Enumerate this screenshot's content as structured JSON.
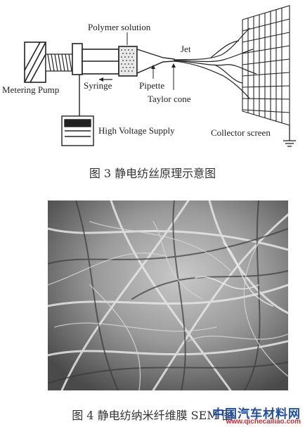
{
  "figure3": {
    "labels": {
      "polymer_solution": "Polymer solution",
      "jet": "Jet",
      "metering_pump": "Metering Pump",
      "syringe": "Syringe",
      "pipette": "Pipette",
      "taylor_cone": "Taylor cone",
      "high_voltage_supply": "High Voltage Supply",
      "collector_screen": "Collector screen"
    },
    "caption": "图 3  静电纺丝原理示意图"
  },
  "figure4": {
    "caption": "图 4  静电纺纳米纤维膜 SEM 图"
  },
  "watermark": {
    "brand": "中国汽车材料网",
    "url": "www.qichecailiao.com"
  }
}
